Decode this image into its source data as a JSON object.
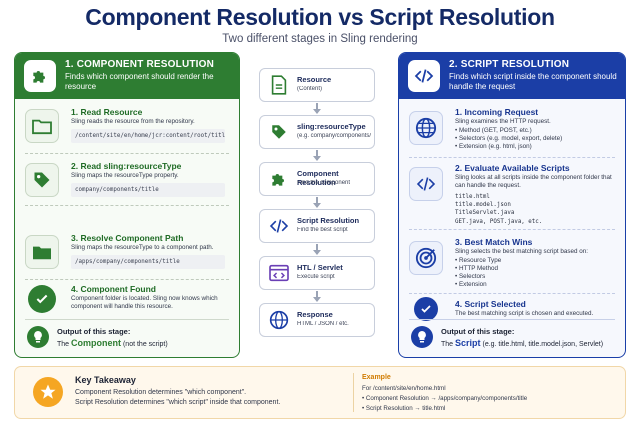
{
  "header": {
    "title": "Component Resolution vs Script Resolution",
    "subtitle": "Two different stages in Sling rendering"
  },
  "left_panel": {
    "title": "1. COMPONENT RESOLUTION",
    "description": "Finds which component should render the resource",
    "header_icon": "puzzle-icon",
    "steps": [
      {
        "title": "1. Read Resource",
        "text": "Sling reads the resource from the repository.",
        "code": "/content/site/en/home/jcr:content/root/title",
        "icon": "folder-icon"
      },
      {
        "title": "2. Read sling:resourceType",
        "text": "Sling maps the resourceType property.",
        "code": "company/components/title",
        "icon": "tag-icon"
      },
      {
        "title": "3. Resolve Component Path",
        "text": "Sling maps the resourceType to a component path.",
        "code": "/apps/company/components/title",
        "icon": "folder-icon"
      },
      {
        "title": "4. Component Found",
        "text": "Component folder is located. Sling now knows which component will handle this resource.",
        "icon": "check-circle-icon"
      }
    ],
    "output_title": "Output of this stage:",
    "output_prefix": "The",
    "output_key": "Component",
    "output_suffix": "(not the script)"
  },
  "right_panel": {
    "title": "2. SCRIPT RESOLUTION",
    "description": "Finds which script inside the component should handle the request",
    "header_icon": "code-icon",
    "steps": [
      {
        "title": "1. Incoming Request",
        "text": "Sling examines the HTTP request.",
        "bullets": [
          "Method (GET, POST, etc.)",
          "Selectors (e.g. model, export, delete)",
          "Extension (e.g. html, json)"
        ],
        "icon": "globe-icon"
      },
      {
        "title": "2. Evaluate Available Scripts",
        "text": "Sling looks at all scripts inside the component folder that can handle the request.",
        "code_lines": [
          "title.html",
          "title.model.json",
          "TitleServlet.java",
          "GET.java, POST.java, etc."
        ],
        "icon": "code-icon"
      },
      {
        "title": "3. Best Match Wins",
        "text": "Sling selects the best matching script based on:",
        "bullets": [
          "Resource Type",
          "HTTP Method",
          "Selectors",
          "Extension"
        ],
        "icon": "target-icon"
      },
      {
        "title": "4. Script Selected",
        "text": "The best matching script is chosen and executed.",
        "icon": "check-circle-icon"
      }
    ],
    "output_title": "Output of this stage:",
    "output_prefix": "The",
    "output_key": "Script",
    "output_suffix": "(e.g. title.html, title.model.json, Servlet)"
  },
  "flow": [
    {
      "title": "Resource",
      "sub": "(Content)",
      "icon": "document-icon"
    },
    {
      "title": "sling:resourceType",
      "sub": "(e.g. company/components/title)",
      "icon": "tag-icon"
    },
    {
      "title": "Component Resolution",
      "sub": "Find the component",
      "icon": "puzzle-icon"
    },
    {
      "title": "Script Resolution",
      "sub": "Find the best script",
      "icon": "code-icon"
    },
    {
      "title": "HTL / Servlet",
      "sub": "Execute script",
      "icon": "browser-code-icon"
    },
    {
      "title": "Response",
      "sub": "HTML / JSON / etc.",
      "icon": "globe-icon"
    }
  ],
  "takeaway": {
    "title": "Key Takeaway",
    "line1": "Component Resolution determines \"which component\".",
    "line2": "Script Resolution determines \"which script\" inside that component.",
    "icon": "star-icon"
  },
  "example": {
    "title": "Example",
    "line1": "For /content/site/en/home.html",
    "line2": "• Component Resolution → /apps/company/components/title",
    "line3": "• Script Resolution → title.html"
  },
  "colors": {
    "green": "#2e7d32",
    "blue": "#1b3ea6",
    "navy": "#142a66",
    "orange": "#f5a623"
  }
}
